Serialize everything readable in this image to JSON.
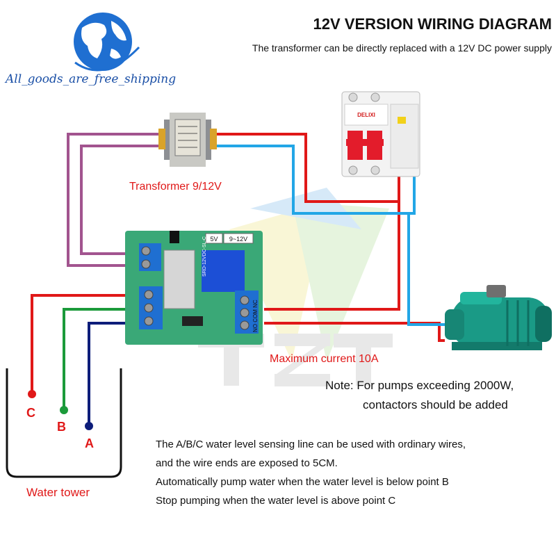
{
  "header": {
    "title": "12V VERSION WIRING DIAGRAM",
    "subtitle": "The transformer can be directly replaced with a 12V DC power supply"
  },
  "brand": {
    "text": "All_goods_are_free_shipping",
    "globe_color": "#1f6fd1"
  },
  "labels": {
    "transformer": "Transformer 9/12V",
    "max_current": "Maximum current 10A",
    "note_line1": "Note: For pumps exceeding 2000W,",
    "note_line2": "contactors should be added",
    "water_tower": "Water tower"
  },
  "sensing_points": [
    {
      "letter": "C",
      "wire_color": "#e01818"
    },
    {
      "letter": "B",
      "wire_color": "#1b9a3a"
    },
    {
      "letter": "A",
      "wire_color": "#0d1d7a"
    }
  ],
  "board": {
    "badge_left": "5V",
    "badge_right": "9~12V",
    "relay_text": "SRD-12VDC-SL-C",
    "terminal_label": "NO COM NC",
    "relay_color": "#1c4fd6",
    "pcb_color": "#3aa877"
  },
  "breaker": {
    "brand": "DELIXI"
  },
  "description": [
    "The A/B/C water level sensing line can be used with ordinary wires,",
    "and the wire ends are exposed to 5CM.",
    "Automatically pump water when the water level is below point B",
    "Stop pumping when the water level is above point C"
  ],
  "colors": {
    "wire_red": "#e01818",
    "wire_blue": "#22a6e6",
    "wire_purple": "#a2548f",
    "pump_green": "#1a9a86"
  }
}
